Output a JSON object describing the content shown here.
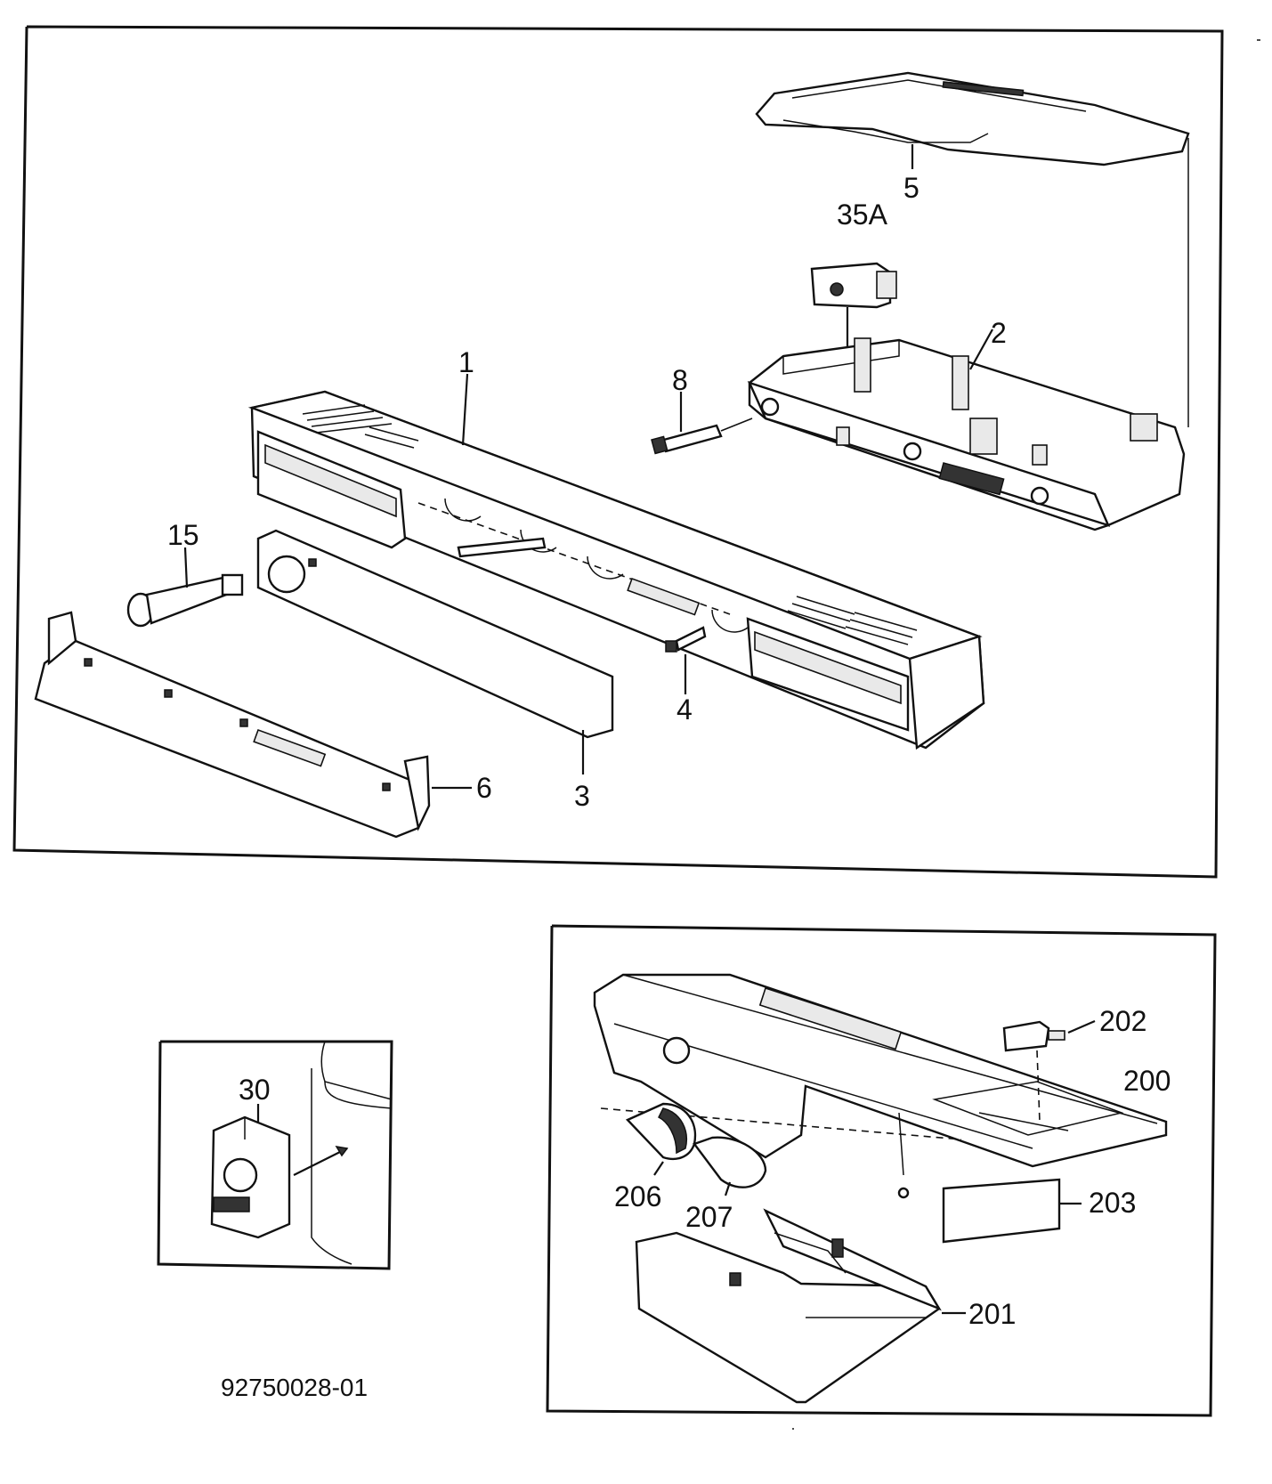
{
  "labels": {
    "p1": "1",
    "p2": "2",
    "p3": "3",
    "p4": "4",
    "p5": "5",
    "p6": "6",
    "p8": "8",
    "p15": "15",
    "p35a": "35A",
    "p30": "30",
    "p200": "200",
    "p201": "201",
    "p202": "202",
    "p203": "203",
    "p206": "206",
    "p207": "207"
  },
  "drawing_number": "92750028-01"
}
